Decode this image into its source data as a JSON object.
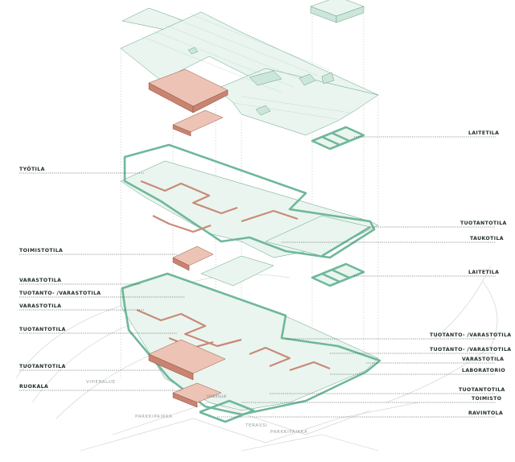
{
  "labels_left": [
    {
      "id": "tyotila",
      "text": "TYÖTILA"
    },
    {
      "id": "toimistotila",
      "text": "TOIMISTOTILA"
    },
    {
      "id": "varastotila-1",
      "text": "VARASTOTILA"
    },
    {
      "id": "tuotanto-varastotila-1",
      "text": "TUOTANTO- /VARASTOTILA"
    },
    {
      "id": "varastotila-2",
      "text": "VARASTOTILA"
    },
    {
      "id": "tuotantotila-1",
      "text": "TUOTANTOTILA"
    },
    {
      "id": "tuotantotila-2",
      "text": "TUOTANTOTILA"
    },
    {
      "id": "ruokala",
      "text": "RUOKALA"
    }
  ],
  "labels_right": [
    {
      "id": "laitetila-1",
      "text": "LAITETILA"
    },
    {
      "id": "tuotantotila-3",
      "text": "TUOTANTOTILA"
    },
    {
      "id": "taukotila",
      "text": "TAUKOTILA"
    },
    {
      "id": "laitetila-2",
      "text": "LAITETILA"
    },
    {
      "id": "tuotanto-varastotila-2",
      "text": "TUOTANTO- /VARASTOTILA"
    },
    {
      "id": "tuotanto-varastotila-3",
      "text": "TUOTANTO- /VARASTOTILA"
    },
    {
      "id": "varastotila-3",
      "text": "VARASTOTILA"
    },
    {
      "id": "laboratorio",
      "text": "LABORATORIO"
    },
    {
      "id": "tuotantotila-4",
      "text": "TUOTANTOTILA"
    },
    {
      "id": "toimisto",
      "text": "TOIMISTO"
    },
    {
      "id": "ravintola",
      "text": "RAVINTOLA"
    }
  ],
  "site_labels": {
    "viheralue_1": "VIHERALUE",
    "viheralue_2": "VIHERALUE",
    "parkkipaikka_1": "PARKKIPAIKKA",
    "parkkipaikka_2": "PARKKIPAIKKA",
    "terassi": "TERASSI"
  },
  "colors": {
    "mint_fill": "#eaf5ef",
    "mint_stroke": "#5f9f86",
    "rust_fill": "#ecc3b4",
    "rust_stroke": "#9a5a48",
    "label_text": "#1e2a28"
  }
}
